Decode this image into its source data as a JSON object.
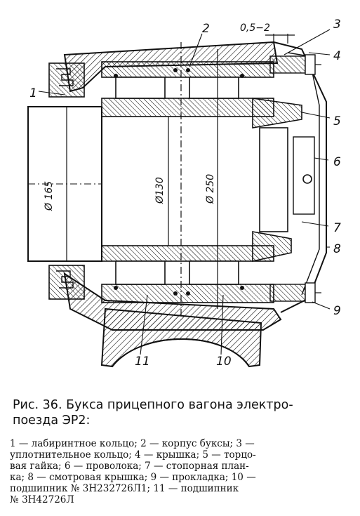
{
  "figure": {
    "callouts": [
      "1",
      "2",
      "3",
      "4",
      "5",
      "6",
      "7",
      "8",
      "9",
      "10",
      "11"
    ],
    "dimensions": {
      "gap": "0,5−2",
      "axle_diameter": "Ø 165",
      "bore_diameter": "Ø130",
      "outer_diameter": "Ø 250"
    }
  },
  "caption": {
    "line1": "Рис. 36. Букса прицепного вагона электро-",
    "line2": "поезда ЭР2:"
  },
  "legend": {
    "line1": "1 — лабиринтное кольцо; 2 — корпус буксы; 3 —",
    "line2": "уплотнительное кольцо; 4 — крышка; 5 — торцо-",
    "line3": "вая гайка; 6 — проволока; 7 — стопорная план-",
    "line4": "ка; 8 — смотровая крышка; 9 — прокладка; 10 —",
    "line5": "подшипник № 3Н232726Л1; 11 — подшипник",
    "line6": "№ 3Н42726Л"
  }
}
